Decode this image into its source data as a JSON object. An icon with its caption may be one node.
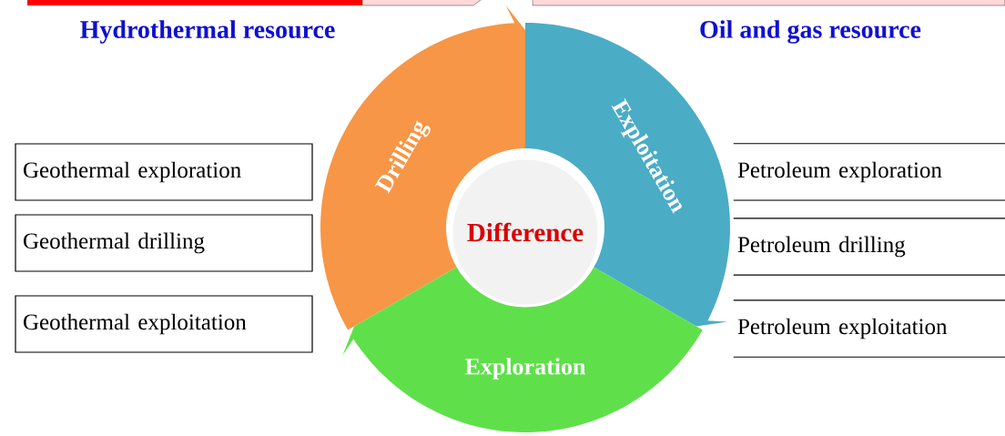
{
  "diagram": {
    "nodes": [
      {
        "text": [
          "Geothermal exploration"
        ]
      },
      {
        "text": [
          "Geothermal drilling"
        ]
      },
      {
        "text": [
          "Geothermal exploitation"
        ]
      },
      {
        "text": [
          "Drilling"
        ]
      },
      {
        "text": [
          "Exploitation"
        ]
      },
      {
        "text": [
          "Difference"
        ]
      },
      {
        "text": [
          "Exploration"
        ]
      },
      {
        "text": [
          "Petroleum exploration"
        ]
      },
      {
        "text": [
          "Petroleum drilling"
        ]
      },
      {
        "text": [
          "Petroleum exploitation"
        ]
      }
    ],
    "labels": [
      "Hydrothermal resource",
      "Oil and gas resource"
    ]
  }
}
